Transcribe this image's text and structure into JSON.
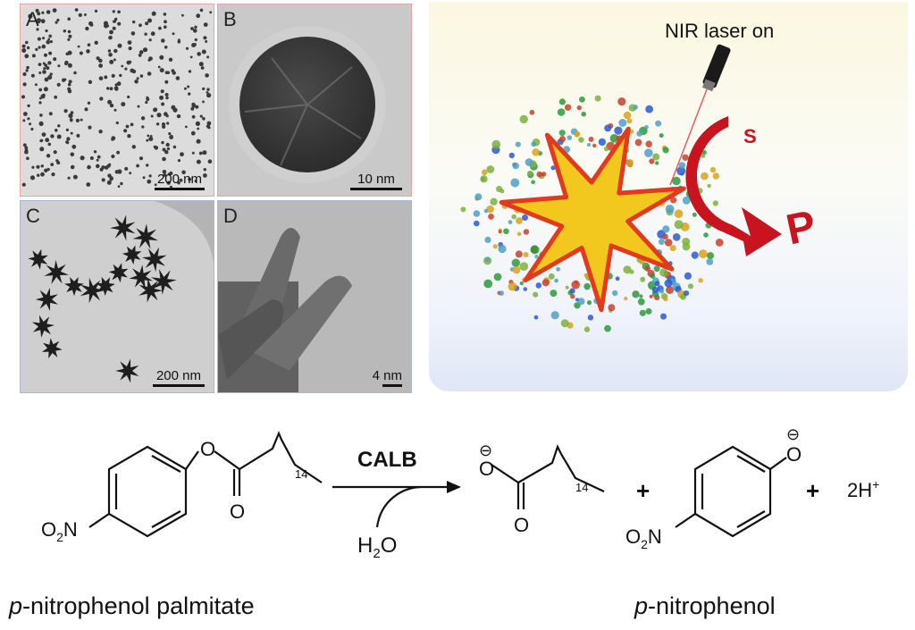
{
  "panels": {
    "A": {
      "label": "A",
      "scale": "200 nm"
    },
    "B": {
      "label": "B",
      "scale": "10 nm"
    },
    "C": {
      "label": "C",
      "scale": "200 nm"
    },
    "D": {
      "label": "D",
      "scale": "4 nm"
    }
  },
  "illustration": {
    "laser_label": "NIR laser on",
    "substrate": "S",
    "product": "P"
  },
  "reaction": {
    "ester_oxygen": "O",
    "carbonyl_oxygen": "O",
    "chain_count": "14",
    "nitro_left": "O",
    "nitro_sub": "2",
    "nitro_right": "N",
    "enzyme": "CALB",
    "water_h": "H",
    "water_sub": "2",
    "water_o": "O",
    "carboxylate_o": "O",
    "carboxylate_carbonyl": "O",
    "product_chain_count": "14",
    "phenoxide_o": "O",
    "charge": "⊖",
    "plus": "+",
    "protons": "2H",
    "proton_charge": "+",
    "reactant_prefix": "p",
    "reactant_name": "-nitrophenol palmitate",
    "product_prefix": "p",
    "product_name": "-nitrophenol"
  },
  "colors": {
    "gold_star": "#f2c81e",
    "star_edge": "#e23a1c",
    "arrow_red": "#c8141e",
    "panel_border_top": "#e9a4a4",
    "panel_border_bottom": "#a9b6d8"
  }
}
